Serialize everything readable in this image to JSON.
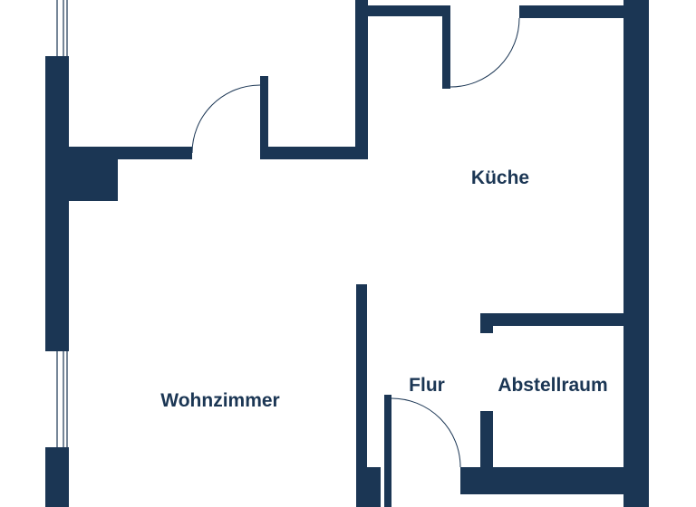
{
  "floorplan": {
    "wall_color": "#1b3654",
    "background_color": "#ffffff",
    "rooms": [
      {
        "id": "kueche",
        "label": "Küche"
      },
      {
        "id": "flur",
        "label": "Flur"
      },
      {
        "id": "abstellraum",
        "label": "Abstellraum"
      },
      {
        "id": "wohnzimmer",
        "label": "Wohnzimmer"
      }
    ],
    "door_count": 3,
    "window_count": 2
  }
}
